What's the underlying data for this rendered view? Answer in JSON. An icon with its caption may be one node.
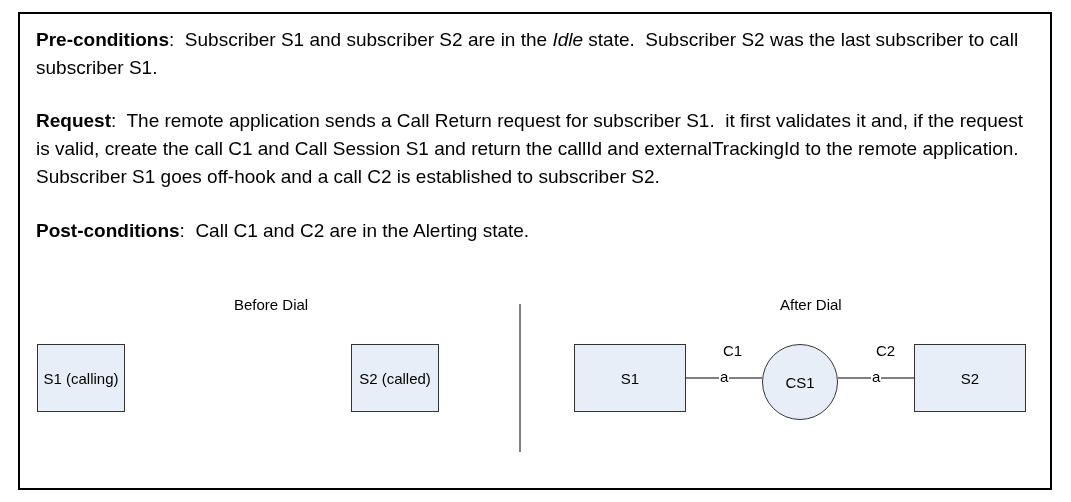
{
  "diagram": {
    "nodes": [
      {
        "text": [
          "S1 (calling)"
        ]
      },
      {
        "text": [
          "S2 (called)"
        ]
      },
      {
        "text": [
          "S1"
        ]
      },
      {
        "text": [
          "CS1"
        ]
      },
      {
        "text": [
          "S2"
        ]
      }
    ],
    "edges": [
      {
        "from": 2,
        "to": 3,
        "arrow": "none",
        "label": "a"
      },
      {
        "from": 3,
        "to": 4,
        "arrow": "none",
        "label": "a"
      }
    ],
    "labels": [
      "**Pre-conditions**:  Subscriber S1 and subscriber S2 are in the *Idle* state.  Subscriber S2 was the last subscriber to call subscriber S1.",
      "**Request**:  The remote application sends a Call Return request for subscriber S1.  it first validates it and, if the request is valid, create the call C1 and Call Session S1 and return the callId and externalTrackingId to the remote application.  Subscriber S1 goes off-hook and a call C2 is established to subscriber S2.",
      "**Post-conditions**:  Call C1 and C2 are in the Alerting state.",
      "Before Dial",
      "After Dial",
      "C1",
      "C2"
    ]
  }
}
